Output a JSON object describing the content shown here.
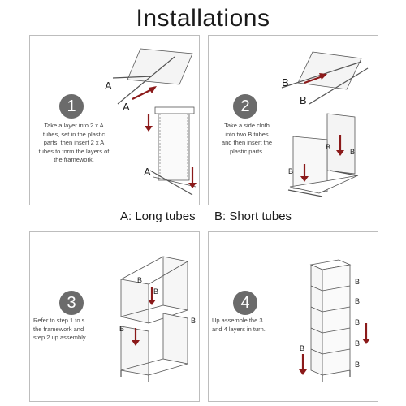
{
  "title": "Installations",
  "legend": {
    "a": "A: Long tubes",
    "b": "B: Short tubes"
  },
  "steps": [
    {
      "number": "1",
      "text": "Take a layer into 2 x A\ntubes, set in the plastic\nparts, then insert 2 x A\ntubes to form the layers of\nthe framework.",
      "labels": [
        "A",
        "A",
        "A"
      ]
    },
    {
      "number": "2",
      "text": "Take a side cloth\ninto two B tubes\nand then insert the\nplastic parts.",
      "labels": [
        "B",
        "B",
        "B",
        "B",
        "B"
      ]
    },
    {
      "number": "3",
      "text": "Refer to step 1 to s\nthe framework and\nstep 2 up assembly",
      "labels": [
        "B",
        "B",
        "B",
        "B"
      ]
    },
    {
      "number": "4",
      "text": "Up assemble the 3\nand 4 layers in turn.",
      "labels": [
        "B",
        "B",
        "B",
        "B",
        "B",
        "B"
      ]
    }
  ],
  "colors": {
    "arrow": "#8b1a1a",
    "circle": "#6b6b6b",
    "border": "#bdbdbd",
    "line": "#555555"
  }
}
